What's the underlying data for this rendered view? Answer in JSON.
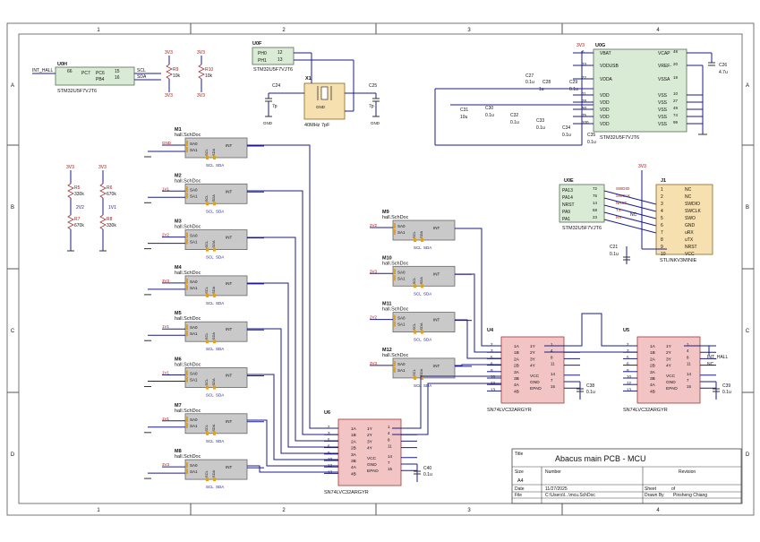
{
  "grid": {
    "cols": [
      "1",
      "2",
      "3",
      "4"
    ],
    "rows": [
      "A",
      "B",
      "C",
      "D"
    ]
  },
  "title_block": {
    "title_label": "Title",
    "title": "Abacus main PCB - MCU",
    "size_label": "Size",
    "size": "A4",
    "number_label": "Number",
    "revision_label": "Revision",
    "date_label": "Date",
    "date": "11/27/2025",
    "file_label": "File",
    "file": "C:\\Users\\l...\\mcu.SchDoc",
    "sheet_label": "Sheet",
    "sheet_of": "of",
    "drawn_label": "Drawn By",
    "drawn_by": "Pinsheng Chiang"
  },
  "u0h": {
    "ref": "U0H",
    "part": "STM32U5F7VJT6",
    "net": "INT_HALL",
    "pins": [
      {
        "name": "PC7",
        "num": "66"
      },
      {
        "name": "PC6",
        "num": "15"
      },
      {
        "name": "PB4",
        "num": "16"
      }
    ],
    "scl": "SCL",
    "sda": "SDA"
  },
  "pullups": [
    {
      "ref": "R9",
      "val": "10k",
      "pwr": "3V3",
      "net": "3V3"
    },
    {
      "ref": "R10",
      "val": "10k",
      "pwr": "3V3",
      "net": "3V3"
    }
  ],
  "u0f": {
    "ref": "U0F",
    "part": "STM32U5F7VJT6",
    "pins": [
      {
        "name": "PH0",
        "num": "12"
      },
      {
        "name": "PH1",
        "num": "13"
      }
    ]
  },
  "crystal": {
    "ref": "X1",
    "val": "40MHz 7pF",
    "c1": "C24",
    "c1v": "7p",
    "c2": "C25",
    "c2v": "7p",
    "gnd": "GND"
  },
  "u0g": {
    "ref": "U0G",
    "part": "STM32U5F7VJT6",
    "pwr": "3V3",
    "left": [
      {
        "name": "VBAT",
        "num": "6"
      },
      {
        "name": "VDDUSB",
        "num": "73"
      },
      {
        "name": "VDDA",
        "num": "22"
      },
      {
        "name": "VDD",
        "num": "11"
      },
      {
        "name": "VDD",
        "num": "28"
      },
      {
        "name": "VDD",
        "num": "50"
      },
      {
        "name": "VDD",
        "num": "75"
      },
      {
        "name": "VDD",
        "num": "100"
      }
    ],
    "right": [
      {
        "name": "VCAP",
        "num": "48"
      },
      {
        "name": "VREF-",
        "num": "20"
      },
      {
        "name": "VSSA",
        "num": "19"
      },
      {
        "name": "VSS",
        "num": "10"
      },
      {
        "name": "VSS",
        "num": "27"
      },
      {
        "name": "VSS",
        "num": "49"
      },
      {
        "name": "VSS",
        "num": "74"
      },
      {
        "name": "VSS",
        "num": "99"
      }
    ],
    "caps": [
      {
        "ref": "C27",
        "val": "0.1u"
      },
      {
        "ref": "C28",
        "val": "1u"
      },
      {
        "ref": "C29",
        "val": "0.1u"
      },
      {
        "ref": "C26",
        "val": "4.7u"
      },
      {
        "ref": "C31",
        "val": "10u"
      },
      {
        "ref": "C30",
        "val": "0.1u"
      },
      {
        "ref": "C32",
        "val": "0.1u"
      },
      {
        "ref": "C33",
        "val": "0.1u"
      },
      {
        "ref": "C34",
        "val": "0.1u"
      },
      {
        "ref": "C35",
        "val": "0.1u"
      }
    ]
  },
  "dividers": [
    {
      "pwr": "3V3",
      "r1": "R5",
      "r1v": "330k",
      "r2": "R7",
      "r2v": "670k",
      "mid": "2V2"
    },
    {
      "pwr": "3V3",
      "r1": "R6",
      "r1v": "670k",
      "r2": "R8",
      "r2v": "330k",
      "mid": "1V1"
    }
  ],
  "u0e": {
    "ref": "U0E",
    "part": "STM32U5F7VJT6",
    "pins": [
      {
        "name": "PA13",
        "num": "72",
        "net": "SWDIO"
      },
      {
        "name": "PA14",
        "num": "76",
        "net": "SWCLK"
      },
      {
        "name": "NRST",
        "num": "14",
        "net": "NRST"
      },
      {
        "name": "PA9",
        "num": "68",
        "net": "TX"
      },
      {
        "name": "PA1",
        "num": "23",
        "net": "RX"
      }
    ]
  },
  "j1": {
    "ref": "J1",
    "part": "STLINKV3MINIE",
    "pwr": "3V3",
    "pins": [
      {
        "num": "1",
        "name": "NC"
      },
      {
        "num": "2",
        "name": "NC"
      },
      {
        "num": "3",
        "name": "SWDIO"
      },
      {
        "num": "4",
        "name": "SWCLK"
      },
      {
        "num": "5",
        "name": "SWO"
      },
      {
        "num": "6",
        "name": "GND"
      },
      {
        "num": "7",
        "name": "uRX"
      },
      {
        "num": "8",
        "name": "uTX"
      },
      {
        "num": "9",
        "name": "NRST"
      },
      {
        "num": "10",
        "name": "VCC"
      }
    ],
    "nc": "NC",
    "cap": "C21",
    "capv": "0.1u"
  },
  "halls": [
    {
      "ref": "M1",
      "sub": "hall.SchDoc",
      "sa": "GND"
    },
    {
      "ref": "M2",
      "sub": "hall.SchDoc",
      "sa": "1V1"
    },
    {
      "ref": "M3",
      "sub": "hall.SchDoc",
      "sa": "2V2"
    },
    {
      "ref": "M4",
      "sub": "hall.SchDoc",
      "sa": "3V3"
    },
    {
      "ref": "M5",
      "sub": "hall.SchDoc",
      "sa": "1V1"
    },
    {
      "ref": "M6",
      "sub": "hall.SchDoc",
      "sa": "1V1"
    },
    {
      "ref": "M7",
      "sub": "hall.SchDoc",
      "sa": "1V1"
    },
    {
      "ref": "M8",
      "sub": "hall.SchDoc",
      "sa": "3V3"
    },
    {
      "ref": "M9",
      "sub": "hall.SchDoc",
      "sa": "2V2"
    },
    {
      "ref": "M10",
      "sub": "hall.SchDoc",
      "sa": "3V3"
    },
    {
      "ref": "M11",
      "sub": "hall.SchDoc",
      "sa": "2V2"
    },
    {
      "ref": "M12",
      "sub": "hall.SchDoc",
      "sa": "3V3"
    }
  ],
  "hall_pins": {
    "sa0": "SA0",
    "sa1": "SA1",
    "scl": "SCL",
    "sda": "SDA",
    "int": "INT"
  },
  "gates": [
    {
      "ref": "U4",
      "part": "SN74LVC32ARGYR",
      "cap": "C38",
      "capv": "0.1u"
    },
    {
      "ref": "U5",
      "part": "SN74LVC32ARGYR",
      "cap": "C39",
      "capv": "0.1u",
      "out": "INT_HALL",
      "nc": "NC"
    },
    {
      "ref": "U6",
      "part": "SN74LVC32ARGYR",
      "cap": "C40",
      "capv": "0.1u"
    }
  ],
  "gate_pins": {
    "left": [
      {
        "num": "2",
        "name": "1A"
      },
      {
        "num": "3",
        "name": "1B"
      },
      {
        "num": "5",
        "name": "2A"
      },
      {
        "num": "6",
        "name": "2B"
      },
      {
        "num": "9",
        "name": "3A"
      },
      {
        "num": "10",
        "name": "3B"
      },
      {
        "num": "12",
        "name": "4A"
      },
      {
        "num": "13",
        "name": "4B"
      }
    ],
    "right": [
      {
        "num": "1",
        "name": "1Y"
      },
      {
        "num": "4",
        "name": "2Y"
      },
      {
        "num": "8",
        "name": "3Y"
      },
      {
        "num": "11",
        "name": "4Y"
      },
      {
        "num": "14",
        "name": "VCC"
      },
      {
        "num": "7",
        "name": "GND"
      },
      {
        "num": "15",
        "name": "EPAD"
      }
    ]
  }
}
